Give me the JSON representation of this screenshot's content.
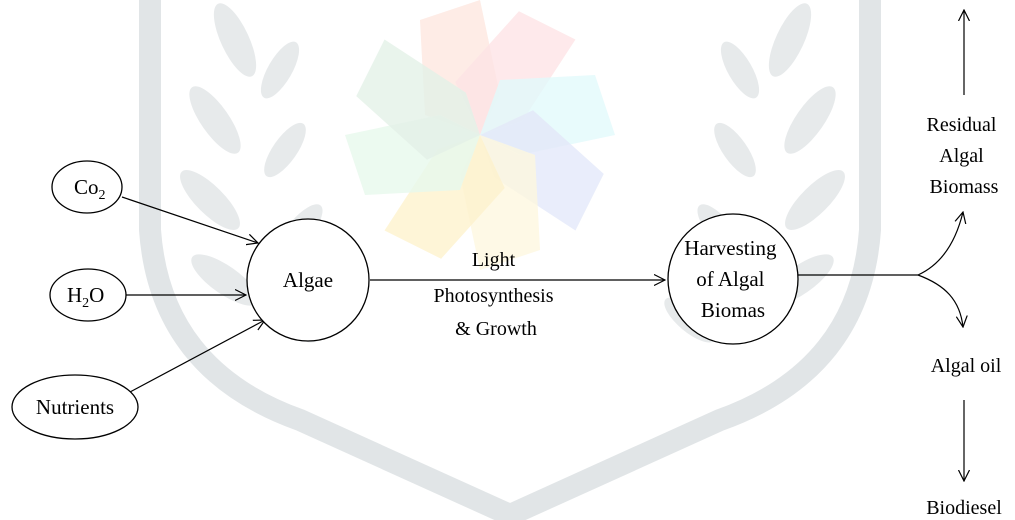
{
  "nodes": {
    "co2": {
      "main": "Co",
      "sub": "2"
    },
    "h2o": {
      "main": "H",
      "sub": "2",
      "tail": "O"
    },
    "nutrients": {
      "label": "Nutrients"
    },
    "algae": {
      "label": "Algae"
    },
    "harvesting": {
      "lines": [
        "Harvesting",
        "of Algal",
        "Biomas"
      ]
    }
  },
  "edge_labels": {
    "process": [
      "Light",
      "Photosynthesis",
      "& Growth"
    ]
  },
  "outputs": {
    "residual": [
      "Residual",
      "Algal",
      "Biomass"
    ],
    "algal_oil": "Algal oil",
    "biodiesel": "Biodiesel"
  },
  "colors": {
    "stroke": "#000000",
    "watermark_petals": [
      "#fbd5c8",
      "#fcd0d2",
      "#cdf5f8",
      "#cfd8f4",
      "#fbf1c8",
      "#fde9a8",
      "#d6f3de",
      "#cfe6d6"
    ],
    "watermark_leaves": "#d4d9dc"
  },
  "icons": {
    "watermark": "institution-emblem-wreath-icon"
  }
}
